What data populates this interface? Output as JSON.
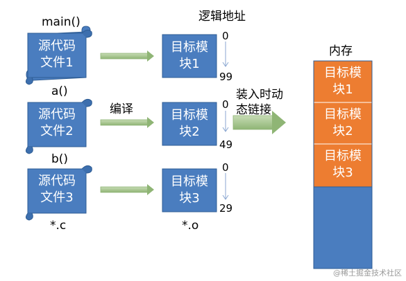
{
  "labels": {
    "main_fn": "main()",
    "a_fn": "a()",
    "b_fn": "b()",
    "compile": "编译",
    "logical_address": "逻辑地址",
    "link_line1": "装入时动",
    "link_line2": "态链接",
    "memory": "内存",
    "src_ext": "*.c",
    "obj_ext": "*.o",
    "watermark": "@稀土掘金技术社区"
  },
  "sources": [
    {
      "line1": "源代码",
      "line2": "文件1"
    },
    {
      "line1": "源代码",
      "line2": "文件2"
    },
    {
      "line1": "源代码",
      "line2": "文件3"
    }
  ],
  "modules": [
    {
      "line1": "目标模",
      "line2": "块1",
      "start": "0",
      "end": "99"
    },
    {
      "line1": "目标模",
      "line2": "块2",
      "start": "0",
      "end": "49"
    },
    {
      "line1": "目标模",
      "line2": "块3",
      "start": "0",
      "end": "29"
    }
  ],
  "memory_blocks": [
    {
      "line1": "目标模",
      "line2": "块1"
    },
    {
      "line1": "目标模",
      "line2": "块2"
    },
    {
      "line1": "目标模",
      "line2": "块3"
    }
  ],
  "colors": {
    "blue_fill": "#4a7dbf",
    "blue_border": "#2f5d94",
    "orange_fill": "#ed7d31",
    "arrow_green": "#9bbf7f"
  }
}
